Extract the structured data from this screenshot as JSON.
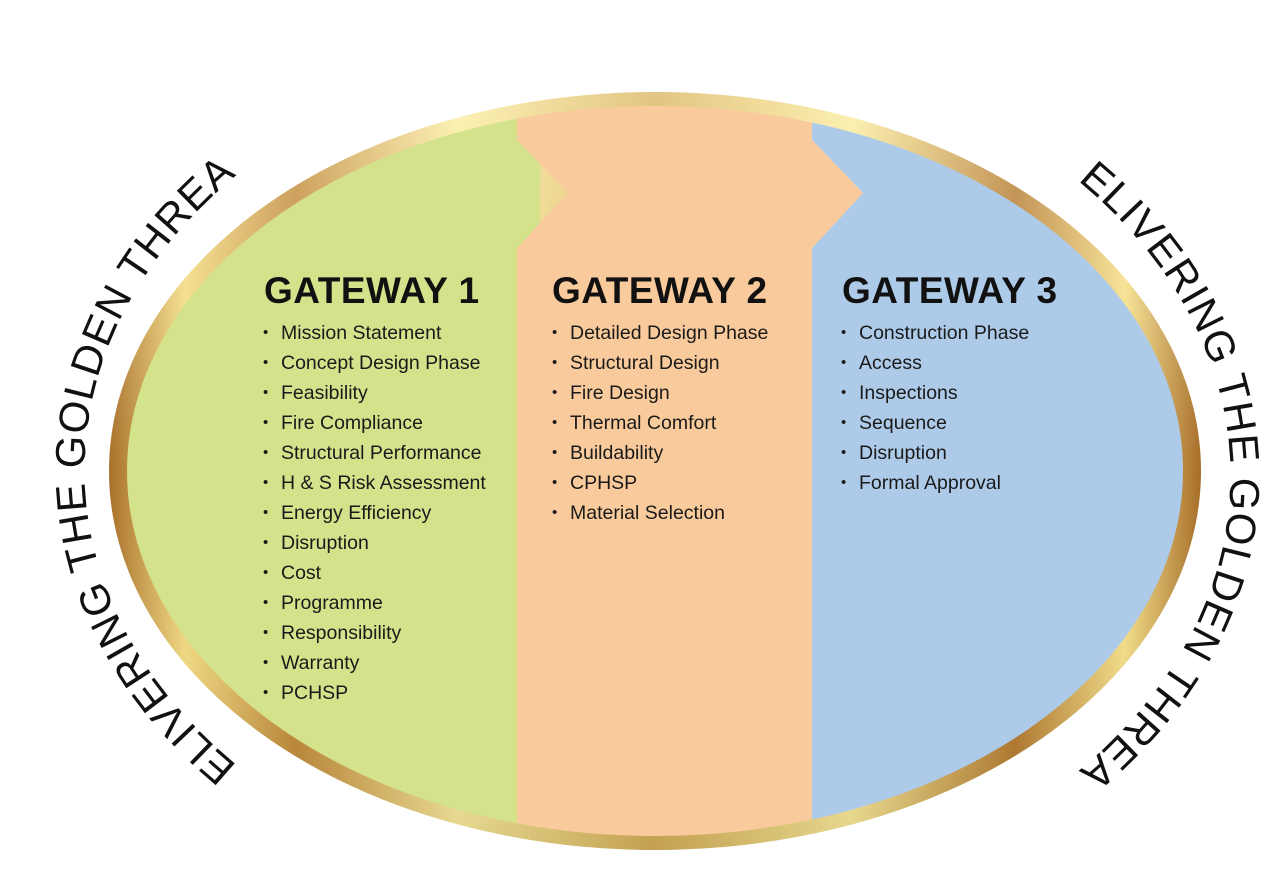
{
  "gateways": [
    {
      "title": "GATEWAY 1",
      "items": [
        "Mission Statement",
        "Concept Design Phase",
        "Feasibility",
        "Fire Compliance",
        "Structural Performance",
        "H & S Risk Assessment",
        "Energy Efficiency",
        "Disruption",
        "Cost",
        "Programme",
        "Responsibility",
        "Warranty",
        "PCHSP"
      ]
    },
    {
      "title": "GATEWAY 2",
      "items": [
        "Detailed Design Phase",
        "Structural Design",
        "Fire Design",
        "Thermal Comfort",
        "Buildability",
        "CPHSP",
        "Material Selection"
      ]
    },
    {
      "title": "GATEWAY 3",
      "items": [
        "Construction Phase",
        "Access",
        "Inspections",
        "Sequence",
        "Disruption",
        "Formal Approval"
      ]
    }
  ],
  "arc_text": {
    "left": "DELIVERING THE GOLDEN THREAD",
    "right": "DELIVERING THE GOLDEN THREAD"
  },
  "colors": {
    "gateway1_fill": "#d3e28b",
    "gateway2_fill": "#f9cb9c",
    "gateway3_fill": "#adcbe9",
    "gold_dark": "#a8702a",
    "gold_light": "#fbe99b"
  }
}
